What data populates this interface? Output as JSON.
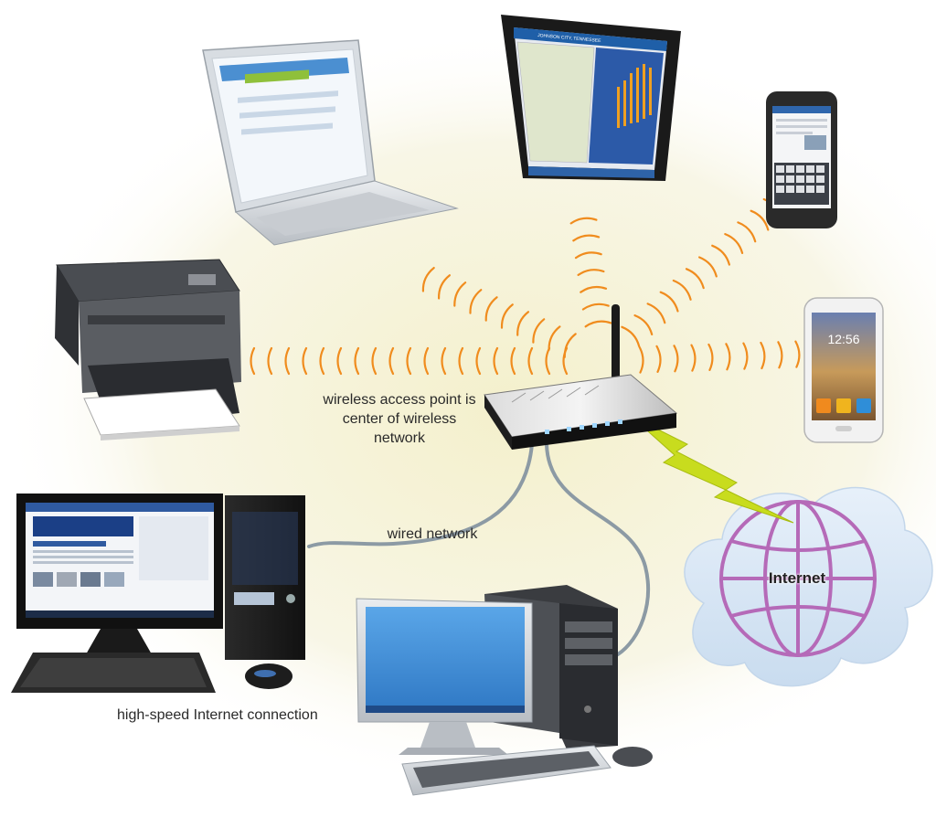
{
  "labels": {
    "wireless_access_point": "wireless access point is center of wireless network",
    "wired_network": "wired network",
    "high_speed_connection": "high-speed Internet connection",
    "internet": "Internet"
  },
  "devices": {
    "tablet": {
      "screen_title": "JOHNSON CITY, TENNESSEE"
    },
    "phone": {
      "clock": "12:56"
    }
  },
  "colors": {
    "signal_wave": "#f08c1e",
    "lightning": "#c8dc1e",
    "globe": "#b56ab8",
    "cloud": "#dbe9f7",
    "cable": "#8a9aa6",
    "glow": "#f6f3d8"
  }
}
